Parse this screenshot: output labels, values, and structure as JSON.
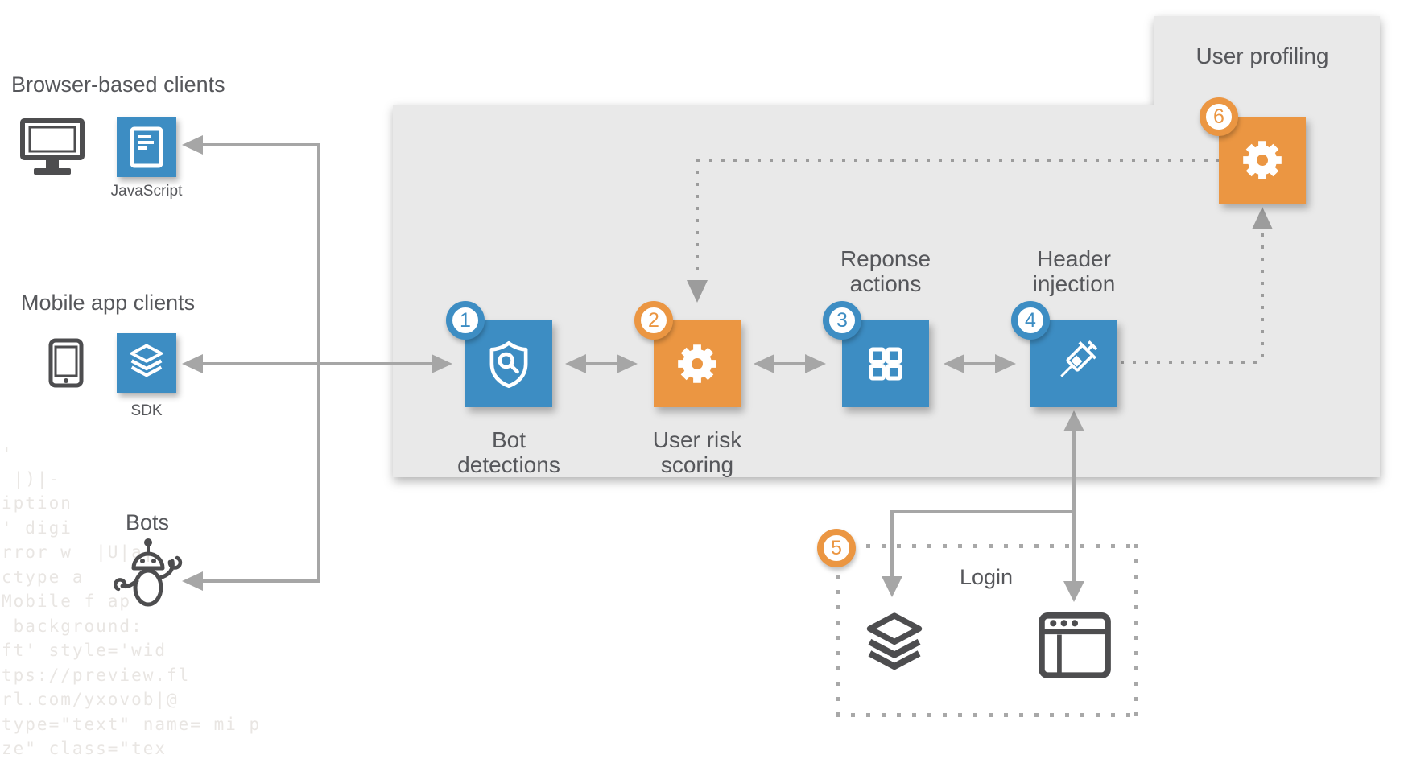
{
  "clients": {
    "browser_heading": "Browser-based clients",
    "javascript_label": "JavaScript",
    "mobile_heading": "Mobile app clients",
    "sdk_label": "SDK",
    "bots_heading": "Bots"
  },
  "steps": [
    {
      "num": "1",
      "label": "Bot detections",
      "color": "#3d8dc3",
      "icon": "shield-search-icon"
    },
    {
      "num": "2",
      "label": "User risk scoring",
      "color": "#eb9642",
      "icon": "gear-icon"
    },
    {
      "num": "3",
      "label": "Reponse actions",
      "color": "#3d8dc3",
      "icon": "grid-icon"
    },
    {
      "num": "4",
      "label": "Header injection",
      "color": "#3d8dc3",
      "icon": "syringe-icon"
    },
    {
      "num": "5",
      "label": "Login",
      "color": "#eb9642",
      "icon": "dotted-box"
    },
    {
      "num": "6",
      "label": "User profiling",
      "color": "#eb9642",
      "icon": "gear-icon"
    }
  ],
  "login": {
    "icons": [
      "layers-icon",
      "browser-window-icon"
    ]
  },
  "colors": {
    "blue": "#3d8dc3",
    "orange": "#eb9642",
    "panel_gray": "#e9e9e9",
    "arrow_gray": "#a6a6a6",
    "dotted_gray": "#9c9c9c",
    "dark_icon_gray": "#4d4d4f",
    "text_gray": "#56575b"
  },
  "background_code": "'\n |)|-\niption\n' digi\nrror w  |U|a|\nctype a\nMobile f ap\n background:\nft' style='wid\ntps://preview.fl\nrl.com/yxovob|@\ntype=\"text\" name= mi p\nze\" class=\"tex"
}
